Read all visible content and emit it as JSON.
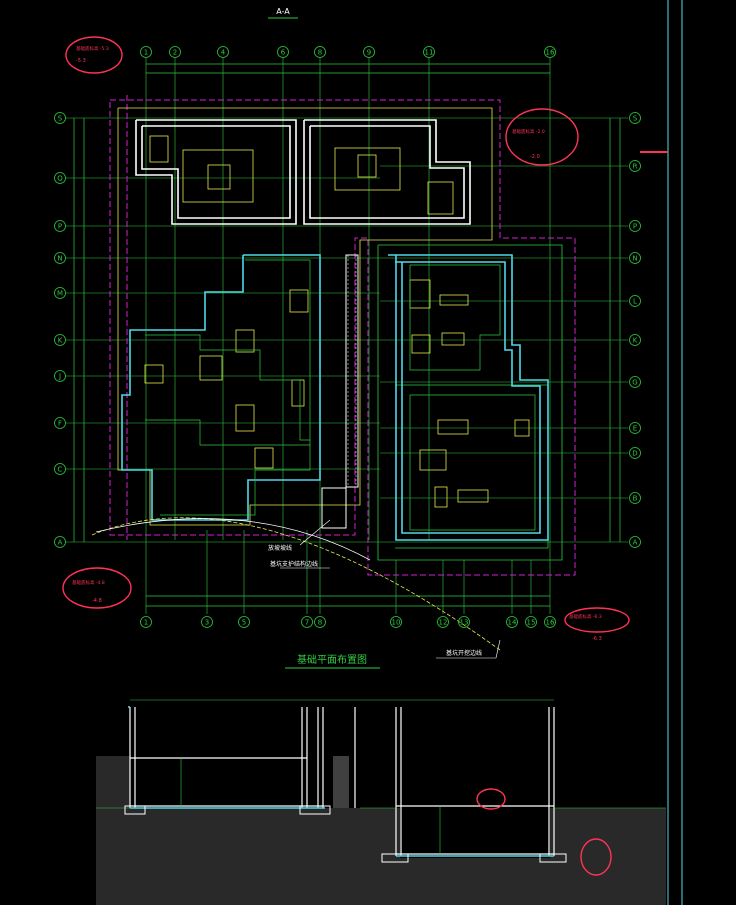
{
  "section_label": "A-A",
  "plan_title": "基础平面布置图",
  "colors": {
    "bg": "#000000",
    "green": "#2ecc40",
    "white": "#ffffff",
    "magenta": "#d21fd2",
    "cyan": "#4fd8e8",
    "yellow": "#e8e84a",
    "red": "#ff3355",
    "gray": "#bfbfbf"
  },
  "grid_top": [
    "1",
    "2",
    "4",
    "6",
    "8",
    "9",
    "11",
    "16"
  ],
  "grid_bottom": [
    "1",
    "3",
    "5",
    "7",
    "8",
    "10",
    "12",
    "13",
    "14",
    "15",
    "16"
  ],
  "grid_left": [
    "S",
    "Q",
    "P",
    "N",
    "M",
    "K",
    "J",
    "F",
    "C",
    "A"
  ],
  "grid_right": [
    "S",
    "R",
    "P",
    "N",
    "L",
    "K",
    "G",
    "E",
    "D",
    "B",
    "A"
  ],
  "annotations": [
    {
      "label": "基础底标高 -5.3",
      "elev": "-5.3"
    },
    {
      "label": "基础底标高 -2.0",
      "elev": "-2.0"
    },
    {
      "label": "基础底标高 -4.8",
      "elev": "-4.8"
    },
    {
      "label": "基础底标高 -6.3",
      "elev": "-6.3"
    }
  ],
  "leaders": [
    {
      "text": "放坡坡线"
    },
    {
      "text": "基坑支护结构边线"
    },
    {
      "text": "基坑开挖边线"
    }
  ]
}
